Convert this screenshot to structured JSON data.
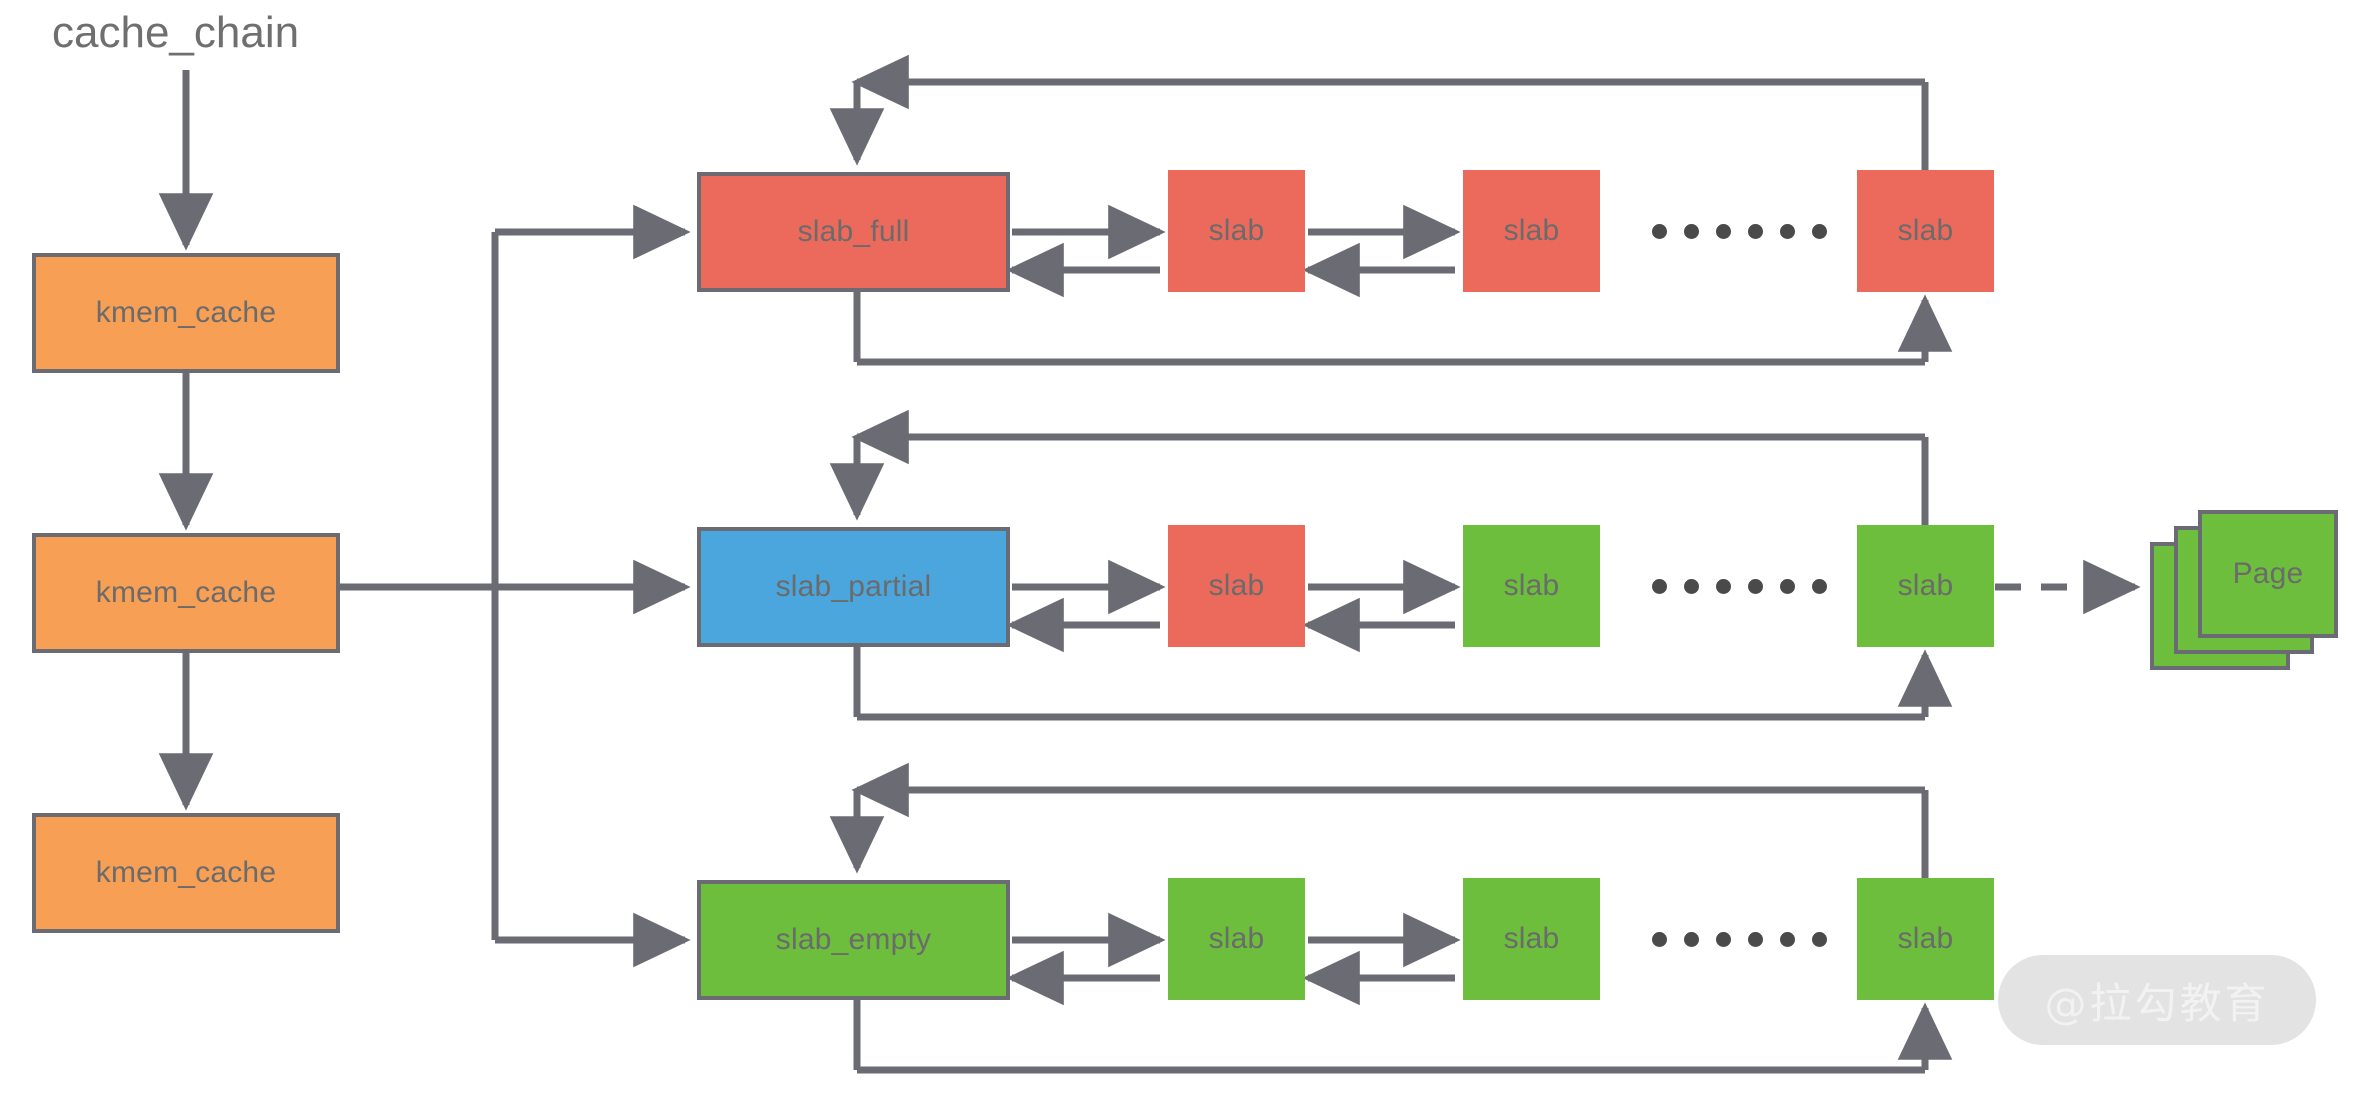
{
  "diagram": {
    "title": "cache_chain",
    "colors": {
      "orange": "#f79f55",
      "red": "#ec6a5c",
      "blue": "#4aa6dc",
      "green": "#6cbe3c",
      "stroke": "#6b6b73",
      "text": "#6b6b6b",
      "background": "#ffffff"
    },
    "cache_chain": {
      "label": "cache_chain",
      "nodes": [
        {
          "label": "kmem_cache"
        },
        {
          "label": "kmem_cache"
        },
        {
          "label": "kmem_cache"
        }
      ]
    },
    "lists": [
      {
        "head": {
          "label": "slab_full",
          "color": "red"
        },
        "items": [
          {
            "label": "slab",
            "color": "red"
          },
          {
            "label": "slab",
            "color": "red"
          },
          {
            "label": "slab",
            "color": "red"
          }
        ],
        "ellipsis": "......"
      },
      {
        "head": {
          "label": "slab_partial",
          "color": "blue"
        },
        "items": [
          {
            "label": "slab",
            "color": "red"
          },
          {
            "label": "slab",
            "color": "green"
          },
          {
            "label": "slab",
            "color": "green"
          }
        ],
        "ellipsis": "......"
      },
      {
        "head": {
          "label": "slab_empty",
          "color": "green"
        },
        "items": [
          {
            "label": "slab",
            "color": "green"
          },
          {
            "label": "slab",
            "color": "green"
          },
          {
            "label": "slab",
            "color": "green"
          }
        ],
        "ellipsis": "......"
      }
    ],
    "page_stack": {
      "label": "Page",
      "count": 3,
      "color": "green"
    },
    "watermark": {
      "label": "@拉勾教育"
    }
  }
}
